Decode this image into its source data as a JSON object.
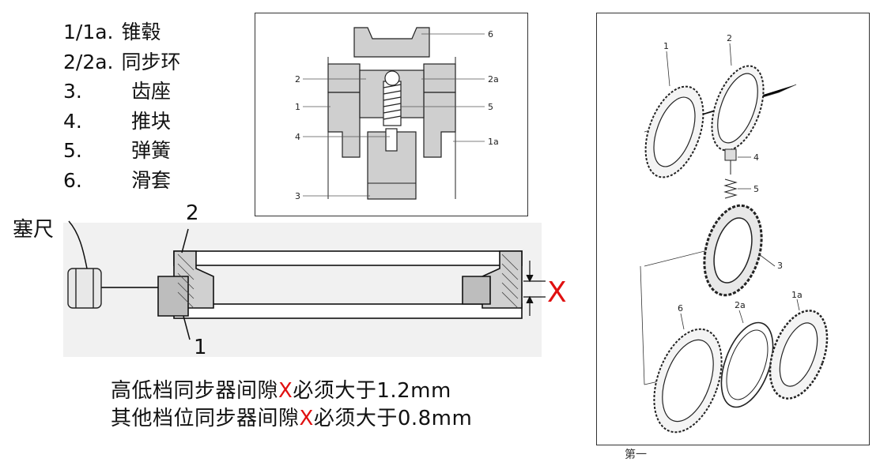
{
  "legend": [
    {
      "num": "1/1a.",
      "name": "锥毂"
    },
    {
      "num": "2/2a.",
      "name": "同步环"
    },
    {
      "num": "3.",
      "name": "齿座"
    },
    {
      "num": "4.",
      "name": "推块"
    },
    {
      "num": "5.",
      "name": "弹簧"
    },
    {
      "num": "6.",
      "name": "滑套"
    }
  ],
  "section_diagram": {
    "labels": {
      "l6": "6",
      "l2": "2",
      "l2a": "2a",
      "l1": "1",
      "l5": "5",
      "l4": "4",
      "l1a": "1a",
      "l3": "3"
    }
  },
  "feeler": {
    "tool_label": "塞尺",
    "label_top": "2",
    "label_bottom": "1",
    "gap_mark": "X"
  },
  "requirements": [
    {
      "pre": "高低档同步器间隙",
      "mark": "X",
      "post": "必须大于1.2mm"
    },
    {
      "pre": "其他档位同步器间隙",
      "mark": "X",
      "post": "必须大于0.8mm"
    }
  ],
  "exploded": {
    "labels": {
      "p1": "1",
      "p2": "2",
      "p4": "4",
      "p5": "5",
      "p3": "3",
      "p6": "6",
      "p2a": "2a",
      "p1a": "1a"
    }
  },
  "footer_fragment": "第一"
}
